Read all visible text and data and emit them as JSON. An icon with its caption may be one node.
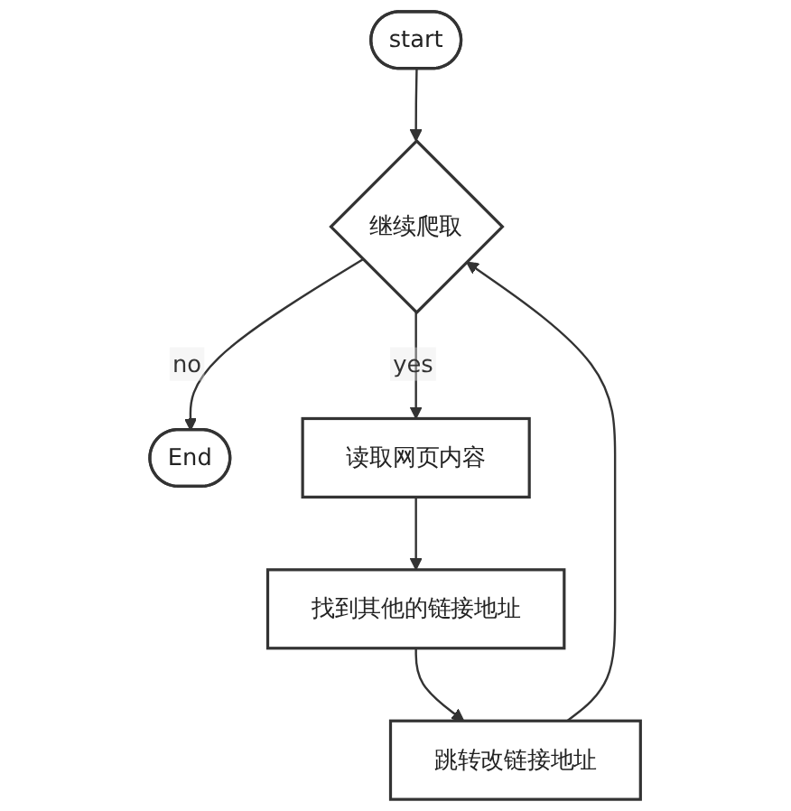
{
  "diagram": {
    "nodes": [
      {
        "text": [
          "start"
        ]
      },
      {
        "text": [
          "继续爬取"
        ]
      },
      {
        "text": [
          "End"
        ]
      },
      {
        "text": [
          "读取网页内容"
        ]
      },
      {
        "text": [
          "找到其他的链接地址"
        ]
      },
      {
        "text": [
          "跳转改链接地址"
        ]
      }
    ],
    "edges": [
      {
        "from": 0,
        "to": 1,
        "arrow": "to"
      },
      {
        "from": 1,
        "to": 2,
        "label": "no",
        "arrow": "to"
      },
      {
        "from": 1,
        "to": 3,
        "label": "yes",
        "arrow": "to"
      },
      {
        "from": 3,
        "to": 4,
        "arrow": "to"
      },
      {
        "from": 4,
        "to": 5,
        "arrow": "to"
      },
      {
        "from": 5,
        "to": 1,
        "arrow": "to"
      }
    ]
  }
}
